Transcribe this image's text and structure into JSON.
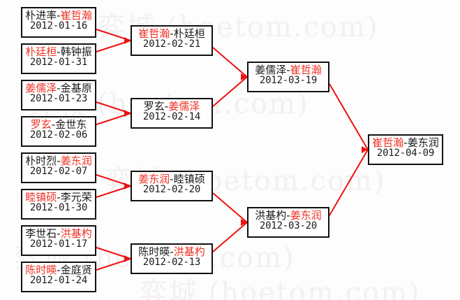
{
  "meta": {
    "watermark_text": "弈城 (hoetom.com)",
    "winner_color": "#ef3124",
    "line_color": "#ee1111",
    "box_border_color": "#111111"
  },
  "bracket": {
    "rounds": [
      {
        "name": "round-of-16",
        "matches": [
          {
            "left": "朴进率",
            "right": "崔哲瀚",
            "winner": "right",
            "date": "2012-01-16"
          },
          {
            "left": "朴廷桓",
            "right": "韩钟振",
            "winner": "left",
            "date": "2012-01-31"
          },
          {
            "left": "姜儒泽",
            "right": "金基原",
            "winner": "left",
            "date": "2012-01-23"
          },
          {
            "left": "罗玄",
            "right": "金世东",
            "winner": "left",
            "date": "2012-02-06"
          },
          {
            "left": "朴时烈",
            "right": "姜东润",
            "winner": "right",
            "date": "2012-02-07"
          },
          {
            "left": "睦镇硕",
            "right": "李元荣",
            "winner": "left",
            "date": "2012-01-30"
          },
          {
            "left": "李世石",
            "right": "洪基杓",
            "winner": "right",
            "date": "2012-01-17"
          },
          {
            "left": "陈时暎",
            "right": "金庭贤",
            "winner": "left",
            "date": "2012-01-24"
          }
        ]
      },
      {
        "name": "quarter-finals",
        "matches": [
          {
            "left": "崔哲瀚",
            "right": "朴廷桓",
            "winner": "left",
            "date": "2012-02-21"
          },
          {
            "left": "罗玄",
            "right": "姜儒泽",
            "winner": "right",
            "date": "2012-02-14"
          },
          {
            "left": "姜东润",
            "right": "睦镇硕",
            "winner": "left",
            "date": "2012-02-20"
          },
          {
            "left": "陈时暎",
            "right": "洪基杓",
            "winner": "right",
            "date": "2012-02-13"
          }
        ]
      },
      {
        "name": "semi-finals",
        "matches": [
          {
            "left": "姜儒泽",
            "right": "崔哲瀚",
            "winner": "right",
            "date": "2012-03-19"
          },
          {
            "left": "洪基杓",
            "right": "姜东润",
            "winner": "right",
            "date": "2012-03-20"
          }
        ]
      },
      {
        "name": "final",
        "matches": [
          {
            "left": "崔哲瀚",
            "right": "姜东润",
            "winner": "left",
            "date": "2012-04-09"
          }
        ]
      }
    ]
  }
}
